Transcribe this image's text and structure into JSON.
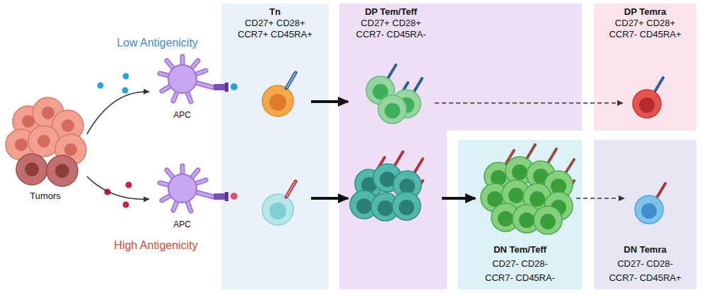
{
  "diagram": {
    "nodes": [
      {
        "text": [
          "Tumors"
        ]
      },
      {
        "text": [
          "APC"
        ]
      },
      {
        "text": [
          "APC"
        ]
      },
      {
        "text": [
          "Tn",
          "CD27+ CD28+ CCR7+ CD45RA+"
        ]
      },
      {
        "text": [
          "DP Tem/Teff",
          "CD27+ CD28+ CCR7- CD45RA-"
        ]
      },
      {
        "text": [
          "DP Temra",
          "CD27+ CD28+ CCR7- CD45RA+"
        ]
      },
      {
        "text": [
          "DN Tem/Teff",
          "CD27- CD28- CCR7- CD45RA-"
        ]
      },
      {
        "text": [
          "DN Temra",
          "CD27- CD28- CCR7- CD45RA+"
        ]
      }
    ],
    "edges": [
      {
        "from": 0,
        "to": 1,
        "arrow": "to"
      },
      {
        "from": 0,
        "to": 2,
        "arrow": "to"
      },
      {
        "from": 3,
        "to": 4,
        "arrow": "to"
      },
      {
        "from": 3,
        "to": 4,
        "arrow": "to"
      },
      {
        "from": 4,
        "to": 5,
        "arrow": "to"
      },
      {
        "from": 4,
        "to": 6,
        "arrow": "to"
      },
      {
        "from": 6,
        "to": 7,
        "arrow": "to"
      }
    ],
    "labels": [
      "Low Antigenicity",
      "High Antigenicity"
    ]
  }
}
